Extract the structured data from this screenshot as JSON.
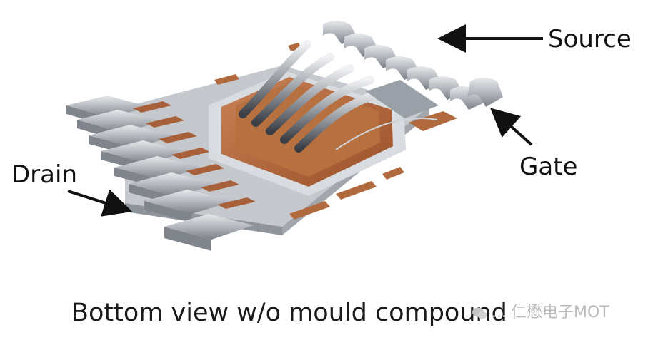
{
  "labels": {
    "source": "Source",
    "gate": "Gate",
    "drain": "Drain"
  },
  "caption": "Bottom view w/o mould compound",
  "watermark": {
    "prefix": "...",
    "text": "仁懋电子MOT",
    "logo_icon": "wechat-bubble-icon"
  },
  "colors": {
    "lead_metal": "#b8bcc2",
    "lead_shadow": "#7f848b",
    "die_copper": "#b5683a",
    "base_frame": "#c9cdd2",
    "arrow": "#111111"
  }
}
